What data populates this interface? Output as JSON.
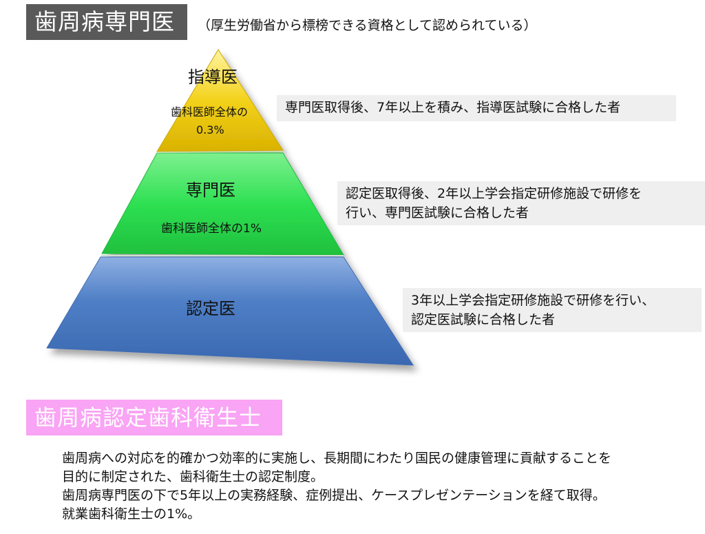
{
  "header": {
    "title": "歯周病専門医",
    "note": "（厚生労働省から標榜できる資格として認められている）"
  },
  "pyramid": {
    "tiers": [
      {
        "name": "指導医",
        "sub_line1": "歯科医師全体の",
        "sub_line2": "0.3%",
        "color": "#f3d21b"
      },
      {
        "name": "専門医",
        "sub_line1": "歯科医師全体の1%",
        "color": "#2ee052"
      },
      {
        "name": "認定医",
        "color": "#4f7fc6"
      }
    ]
  },
  "descriptions": [
    {
      "line1": "専門医取得後、7年以上を積み、指導医試験に合格した者"
    },
    {
      "line1": "認定医取得後、2年以上学会指定研修施設で研修を",
      "line2": "行い、専門医試験に合格した者"
    },
    {
      "line1": "3年以上学会指定研修施設で研修を行い、",
      "line2": "認定医試験に合格した者"
    }
  ],
  "hygienist": {
    "title": "歯周病認定歯科衛生士",
    "lines": [
      "歯周病への対応を的確かつ効率的に実施し、長期間にわたり国民の健康管理に貢献することを",
      "目的に制定された、歯科衛生士の認定制度。",
      "歯周病専門医の下で5年以上の実務経験、症例提出、ケースプレゼンテーションを経て取得。",
      "就業歯科衛生士の1%。"
    ]
  },
  "colors": {
    "title_bg": "#595959",
    "hygienist_bg": "#f9a4f4",
    "desc_bg": "#efefef"
  }
}
